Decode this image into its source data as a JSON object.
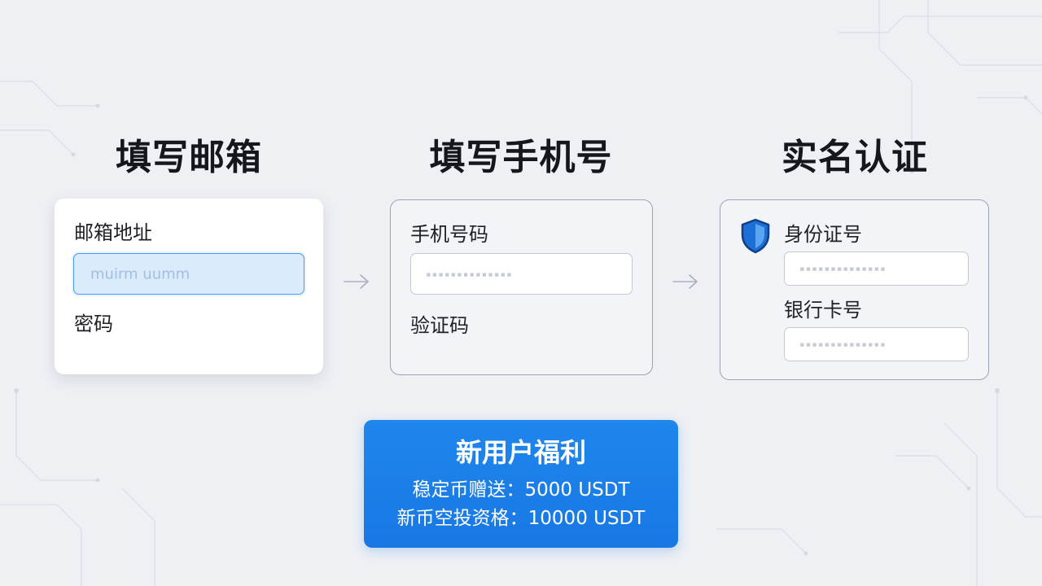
{
  "steps": [
    {
      "title": "填写邮箱"
    },
    {
      "title": "填写手机号"
    },
    {
      "title": "实名认证"
    }
  ],
  "email_card": {
    "email_label": "邮箱地址",
    "email_placeholder": "muirm uumm",
    "password_label": "密码"
  },
  "phone_card": {
    "phone_label": "手机号码",
    "phone_value": "▪▪▪▪▪▪▪▪▪▪▪▪▪▪",
    "code_label": "验证码"
  },
  "id_card": {
    "icon": "shield-icon",
    "id_label": "身份证号",
    "id_value": "▪▪▪▪▪▪▪▪▪▪▪▪▪▪",
    "bank_label": "银行卡号",
    "bank_value": "▪▪▪▪▪▪▪▪▪▪▪▪▪▪"
  },
  "promo": {
    "title": "新用户福利",
    "line1": "稳定币赠送：5000 USDT",
    "line2": "新币空投资格：10000 USDT"
  },
  "colors": {
    "background": "#eef0f4",
    "accent_blue": "#1f86ec",
    "active_field": "#dcebfc",
    "card_border": "#9aa3b8"
  }
}
